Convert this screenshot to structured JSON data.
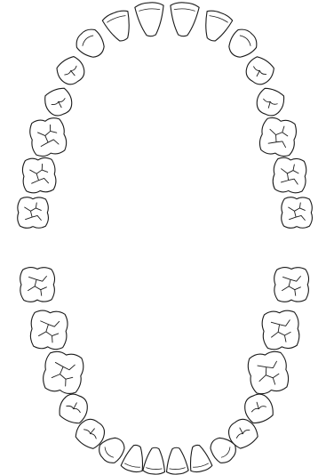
{
  "chart": {
    "upper_teeth": [
      {
        "id": "t1",
        "type": "molar"
      },
      {
        "id": "t2",
        "type": "molar"
      },
      {
        "id": "t3",
        "type": "molar"
      },
      {
        "id": "t4",
        "type": "premolar"
      },
      {
        "id": "t5",
        "type": "premolar"
      },
      {
        "id": "t6",
        "type": "canine"
      },
      {
        "id": "t7",
        "type": "incisor"
      },
      {
        "id": "t8",
        "type": "incisor"
      },
      {
        "id": "t9",
        "type": "incisor"
      },
      {
        "id": "t10",
        "type": "incisor"
      },
      {
        "id": "t11",
        "type": "canine"
      },
      {
        "id": "t12",
        "type": "premolar"
      },
      {
        "id": "t13",
        "type": "premolar"
      },
      {
        "id": "t14",
        "type": "molar"
      },
      {
        "id": "t15",
        "type": "molar"
      },
      {
        "id": "t16",
        "type": "molar"
      }
    ],
    "lower_teeth": [
      {
        "id": "t17",
        "type": "molar"
      },
      {
        "id": "t18",
        "type": "molar"
      },
      {
        "id": "t19",
        "type": "molar"
      },
      {
        "id": "t20",
        "type": "premolar"
      },
      {
        "id": "t21",
        "type": "premolar"
      },
      {
        "id": "t22",
        "type": "canine"
      },
      {
        "id": "t23",
        "type": "incisor"
      },
      {
        "id": "t24",
        "type": "incisor"
      },
      {
        "id": "t25",
        "type": "incisor"
      },
      {
        "id": "t26",
        "type": "incisor"
      },
      {
        "id": "t27",
        "type": "canine"
      },
      {
        "id": "t28",
        "type": "premolar"
      },
      {
        "id": "t29",
        "type": "premolar"
      },
      {
        "id": "t30",
        "type": "molar"
      },
      {
        "id": "t31",
        "type": "molar"
      },
      {
        "id": "t32",
        "type": "molar"
      }
    ]
  },
  "colors": {
    "stroke": "#1a1a1a",
    "fill": "#ffffff",
    "background": "#ffffff"
  }
}
